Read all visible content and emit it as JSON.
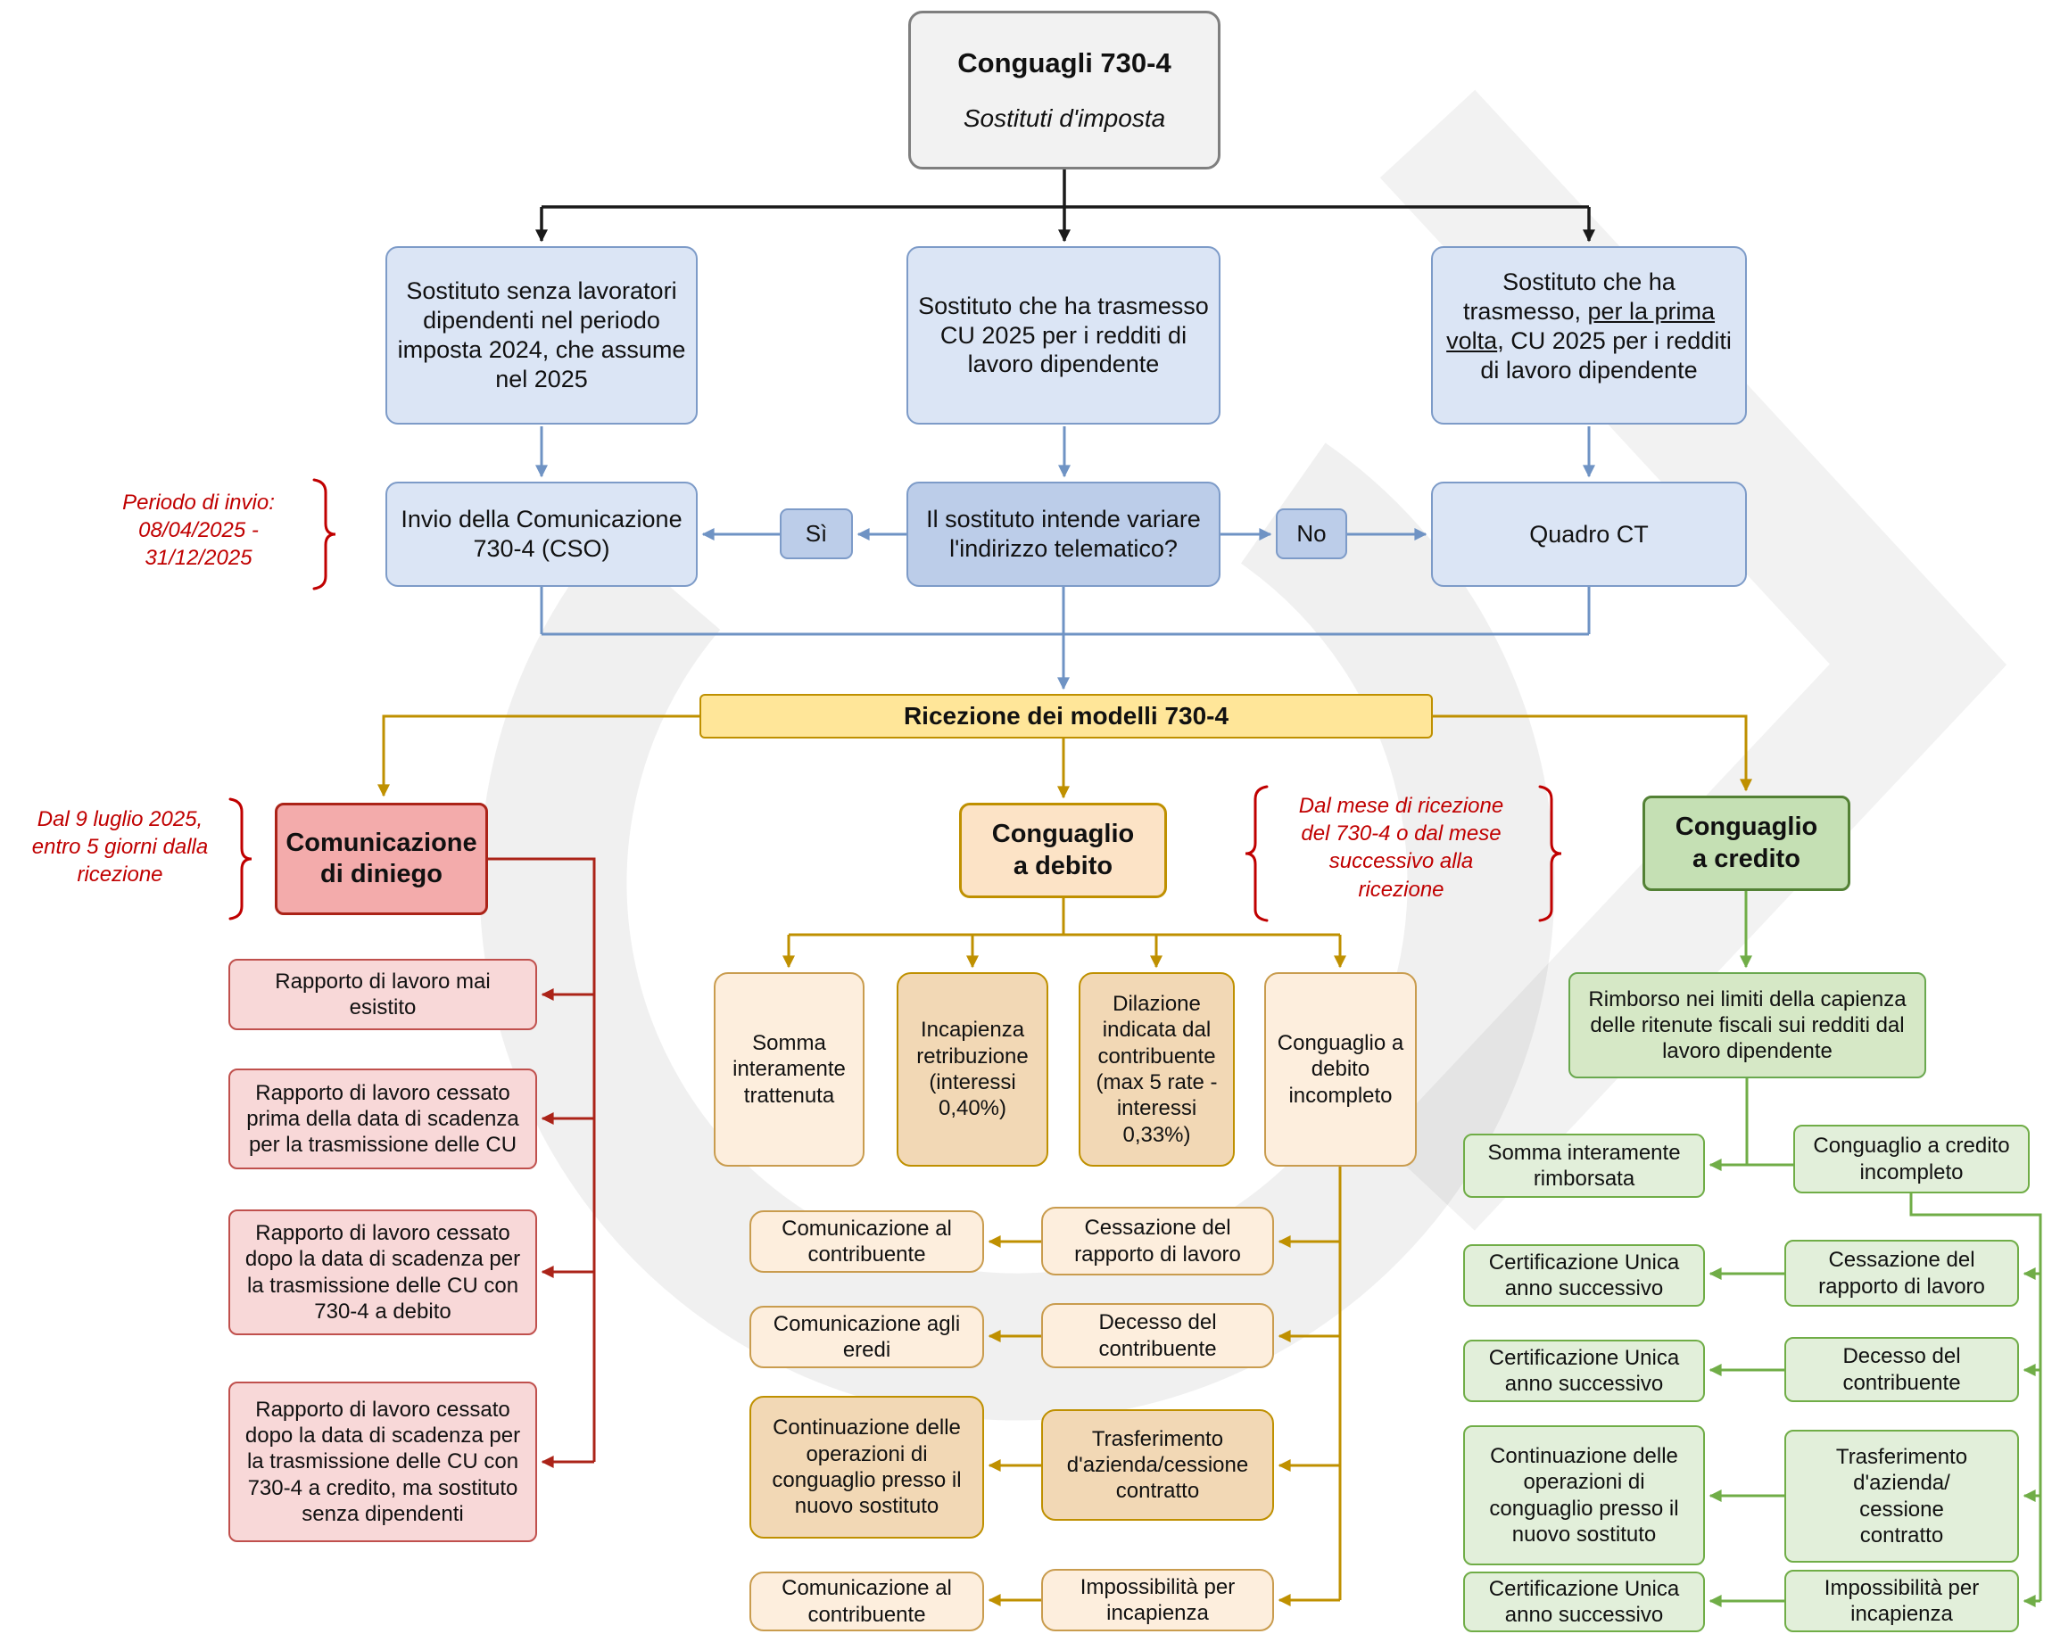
{
  "title": {
    "heading": "Conguagli 730-4",
    "subheading": "Sostituti d'imposta"
  },
  "annotations": {
    "periodo": "Periodo di invio:\n08/04/2025 -\n31/12/2025",
    "diniego": "Dal 9 luglio 2025,\nentro 5 giorni dalla\nricezione",
    "debito": "Dal mese di ricezione\ndel 730-4 o dal mese\nsuccessivo alla\nricezione"
  },
  "top_row": {
    "box1": "Sostituto senza lavoratori dipendenti nel periodo imposta 2024, che assume nel 2025",
    "box2": "Sostituto che ha trasmesso CU 2025 per i redditi di lavoro dipendente",
    "box3_pre": "Sostituto che ha trasmesso, ",
    "box3_underlined": "per la prima volta",
    "box3_post": ", CU 2025 per i redditi di lavoro dipendente"
  },
  "second_row": {
    "invio": "Invio della Comunicazione 730-4 (CSO)",
    "si": "Sì",
    "question": "Il sostituto intende variare l'indirizzo telematico?",
    "no": "No",
    "quadro": "Quadro CT"
  },
  "banner": "Ricezione dei modelli 730-4",
  "diniego": {
    "title": "Comunicazione di diniego",
    "items": [
      "Rapporto di lavoro mai esistito",
      "Rapporto di lavoro cessato prima della data di scadenza per la trasmissione delle CU",
      "Rapporto di lavoro cessato dopo la data di scadenza per la trasmissione delle CU con 730-4 a debito",
      "Rapporto di lavoro cessato dopo la data di scadenza per la trasmissione delle CU con 730-4 a credito, ma sostituto senza dipendenti"
    ]
  },
  "debito": {
    "title": "Conguaglio\na debito",
    "options": [
      "Somma interamente trattenuta",
      "Incapienza retribuzione (interessi 0,40%)",
      "Dilazione indicata dal contribuente (max 5 rate - interessi 0,33%)",
      "Conguaglio a debito incompleto"
    ],
    "pairs": [
      {
        "action": "Comunicazione al contribuente",
        "cause": "Cessazione del rapporto di lavoro"
      },
      {
        "action": "Comunicazione agli eredi",
        "cause": "Decesso del contribuente"
      },
      {
        "action": "Continuazione delle operazioni di conguaglio presso il nuovo sostituto",
        "cause": "Trasferimento\nd'azienda/cessione\ncontratto"
      },
      {
        "action": "Comunicazione al contribuente",
        "cause": "Impossibilità per incapienza"
      }
    ]
  },
  "credito": {
    "title": "Conguaglio\na credito",
    "rimborso": "Rimborso nei limiti della capienza delle ritenute fiscali sui redditi dal lavoro dipendente",
    "somma": "Somma interamente rimborsata",
    "incompleto": "Conguaglio a credito incompleto",
    "pairs": [
      {
        "action": "Certificazione Unica anno successivo",
        "cause": "Cessazione del rapporto di lavoro"
      },
      {
        "action": "Certificazione Unica anno successivo",
        "cause": "Decesso del contribuente"
      },
      {
        "action": "Continuazione delle operazioni di conguaglio presso il nuovo sostituto",
        "cause": "Trasferimento\nd'azienda/\ncessione\ncontratto"
      },
      {
        "action": "Certificazione Unica anno successivo",
        "cause": "Impossibilità per incapienza"
      }
    ]
  },
  "colors": {
    "gold": "#bf9000",
    "red": "#ab2318",
    "green": "#70ad47",
    "blue": "#6f93c4",
    "annotation_red": "#c00000"
  }
}
